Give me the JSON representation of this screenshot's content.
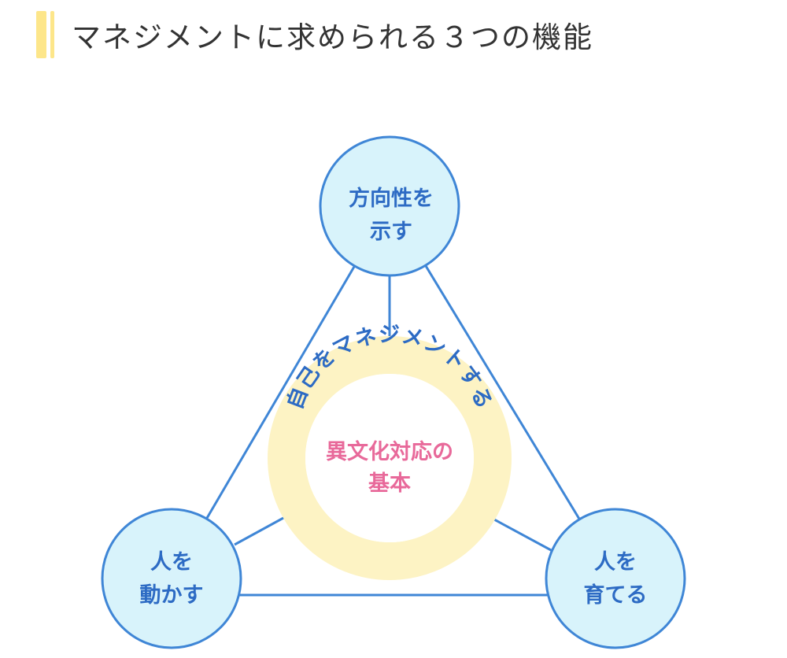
{
  "title": "マネジメントに求められる３つの機能",
  "colors": {
    "accent_bar": "#fde68a",
    "node_fill": "#d8f3fb",
    "node_stroke": "#3f86d6",
    "ring_fill": "#fdf3c4",
    "node_text": "#2d6bc4",
    "center_text": "#e8699a"
  },
  "nodes": {
    "top": {
      "line1": "方向性を",
      "line2": "示す"
    },
    "left": {
      "line1": "人を",
      "line2": "動かす"
    },
    "right": {
      "line1": "人を",
      "line2": "育てる"
    }
  },
  "center": {
    "ring_text": "自己をマネジメントする",
    "line1": "異文化対応の",
    "line2": "基本"
  }
}
